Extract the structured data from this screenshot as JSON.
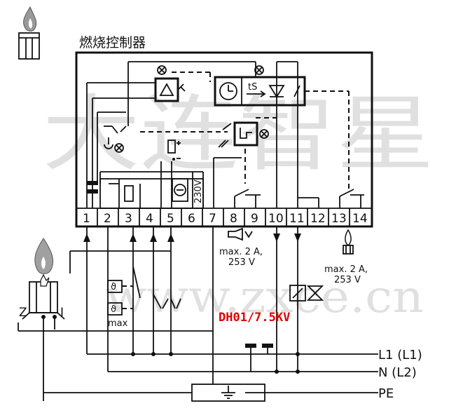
{
  "title": "燃烧控制器",
  "terminals": [
    "1",
    "2",
    "3",
    "4",
    "5",
    "6",
    "7",
    "8",
    "9",
    "10",
    "11",
    "12",
    "13",
    "14"
  ],
  "voltage_label": "230V",
  "timer_label": "tS",
  "outputs": {
    "alarm_rating_line1": "max. 2 A,",
    "alarm_rating_line2": "253 V",
    "valve_rating_line1": "max. 2 A,",
    "valve_rating_line2": "253 V"
  },
  "thermostat_max_label": "max",
  "probe_labels": {
    "left": "Z",
    "right": "I"
  },
  "model_label": "DH01/7.5KV",
  "supply_lines": [
    {
      "id": "L1",
      "label": "L1 (L1)"
    },
    {
      "id": "N",
      "label": "N  (L2)"
    },
    {
      "id": "PE",
      "label": "PE"
    }
  ],
  "watermark_top": "大连智星",
  "watermark_bottom": "www.zxce.cn",
  "colors": {
    "ink": "#111111",
    "model": "#e00000",
    "watermark": "#c8c8c8"
  }
}
